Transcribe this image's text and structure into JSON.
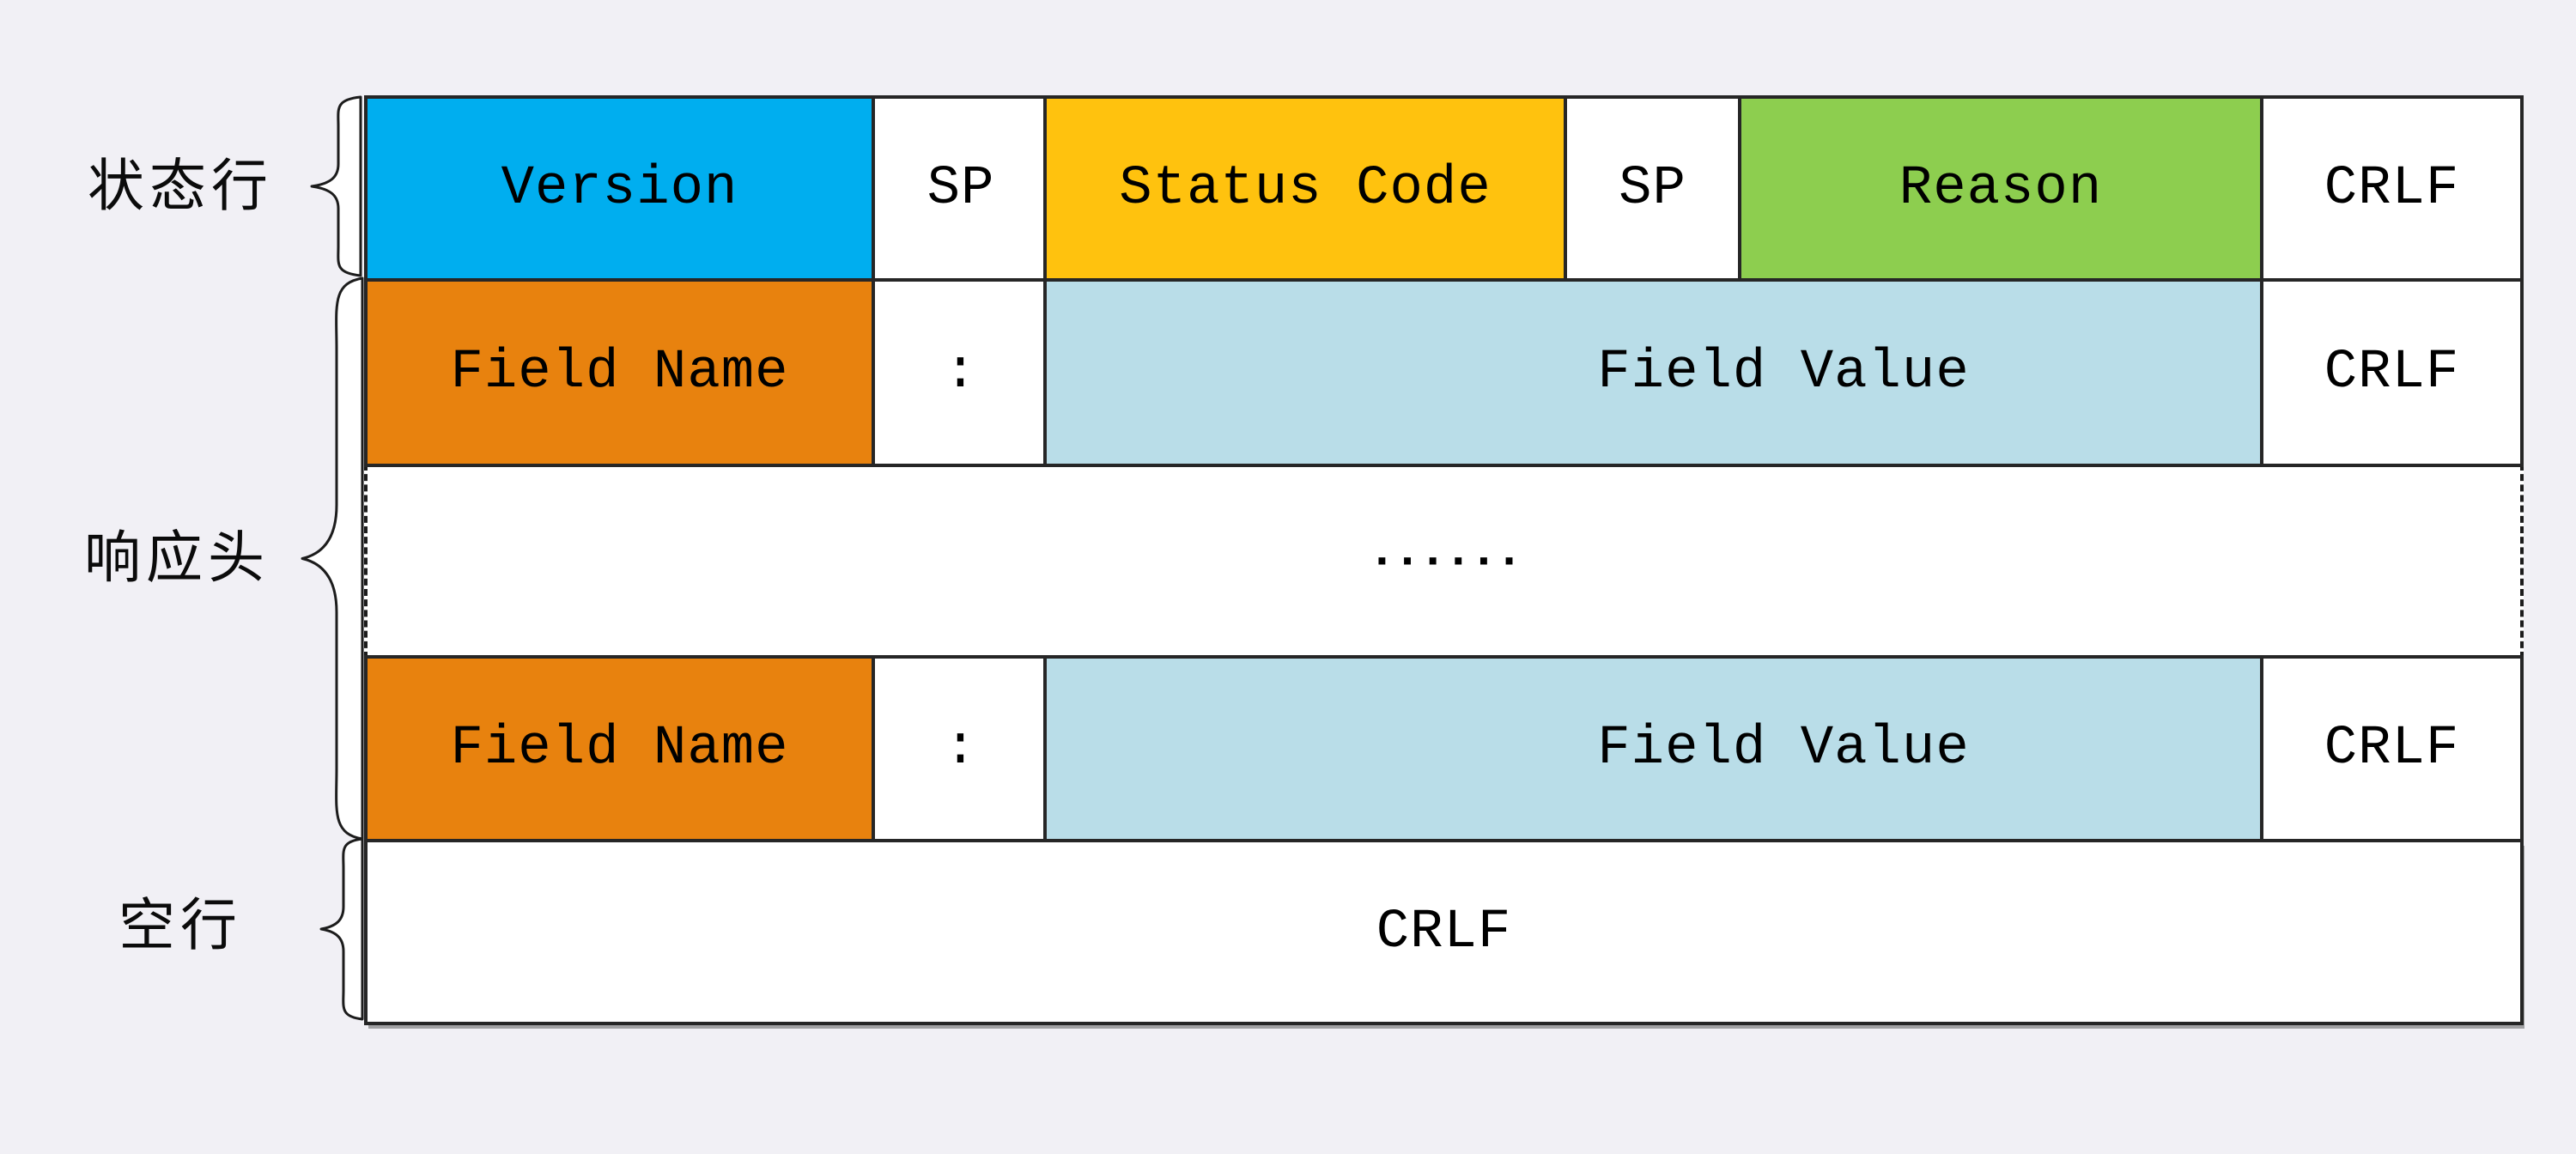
{
  "page": {
    "background": "#F1F0F5"
  },
  "colors": {
    "version_fill": "#00AEEF",
    "sp_fill": "#FFFFFF",
    "status_code_fill": "#FFC20E",
    "reason_fill": "#8DCE4F",
    "field_name_fill": "#E8820E",
    "field_value_fill": "#B9DDE8",
    "crlf_fill": "#FFFFFF",
    "border": "#262626",
    "text": "#000000"
  },
  "row_labels": {
    "status_line": "状态行",
    "response_headers": "响应头",
    "blank_line": "空行"
  },
  "status_line_row": {
    "version": "Version",
    "sp1": "SP",
    "status_code": "Status Code",
    "sp2": "SP",
    "reason": "Reason",
    "crlf": "CRLF"
  },
  "header_rows": [
    {
      "field_name": "Field Name",
      "colon": ":",
      "field_value": "Field Value",
      "crlf": "CRLF"
    },
    {
      "field_name": "Field Name",
      "colon": ":",
      "field_value": "Field Value",
      "crlf": "CRLF"
    }
  ],
  "ellipsis_row": {
    "dots": "······"
  },
  "blank_line_row": {
    "crlf": "CRLF"
  }
}
